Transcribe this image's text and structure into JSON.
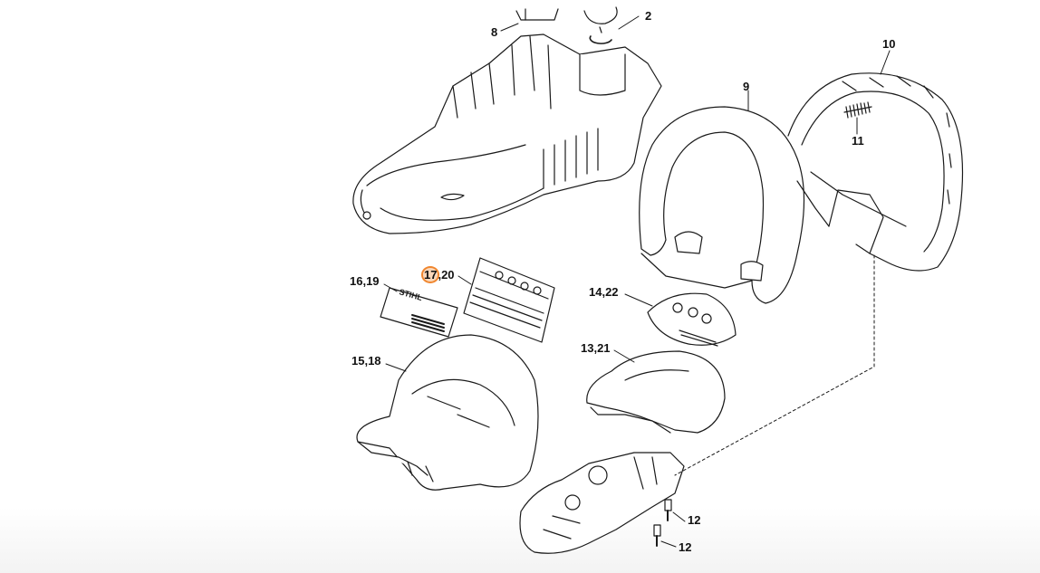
{
  "callouts": {
    "p8": "8",
    "p2": "2",
    "p10": "10",
    "p9": "9",
    "p11": "11",
    "p16_19": "16,19",
    "p17_20_a": "17",
    "p17_20_b": ",20",
    "p14_22": "14,22",
    "p15_18": "15,18",
    "p13_21": "13,21",
    "p12_a": "12",
    "p12_b": "12"
  },
  "label_text": {
    "brand": "STIHL"
  },
  "colors": {
    "stroke": "#1a1a1a",
    "highlight": "#f0862e",
    "floor": "#f3f3f3"
  }
}
